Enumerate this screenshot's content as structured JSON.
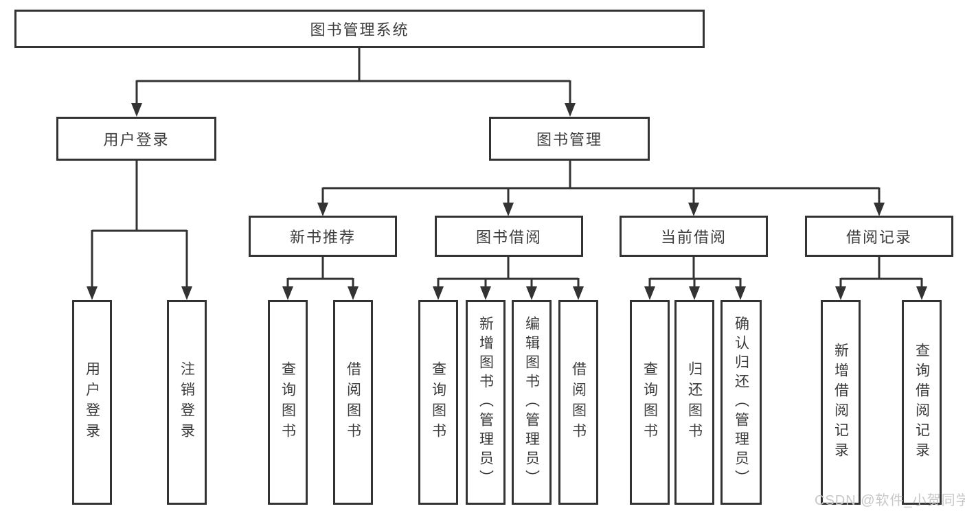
{
  "diagram": {
    "root": {
      "label": "图书管理系统"
    },
    "branches": [
      {
        "label": "用户登录",
        "children": [
          "用户登录",
          "注销登录"
        ]
      },
      {
        "label": "图书管理",
        "children": [
          {
            "label": "新书推荐",
            "children": [
              "查询图书",
              "借阅图书"
            ]
          },
          {
            "label": "图书借阅",
            "children": [
              "查询图书",
              "新增图书（管理员）",
              "编辑图书（管理员）",
              "借阅图书"
            ]
          },
          {
            "label": "当前借阅",
            "children": [
              "查询图书",
              "归还图书",
              "确认归还（管理员）"
            ]
          },
          {
            "label": "借阅记录",
            "children": [
              "新增借阅记录",
              "查询借阅记录"
            ]
          }
        ]
      }
    ],
    "watermark": "CSDN @软件_小贺同学",
    "colors": {
      "line": "#333333",
      "text": "#3b3b3b",
      "box_background": "#ffffff",
      "watermark": "#c8c8c8"
    }
  }
}
